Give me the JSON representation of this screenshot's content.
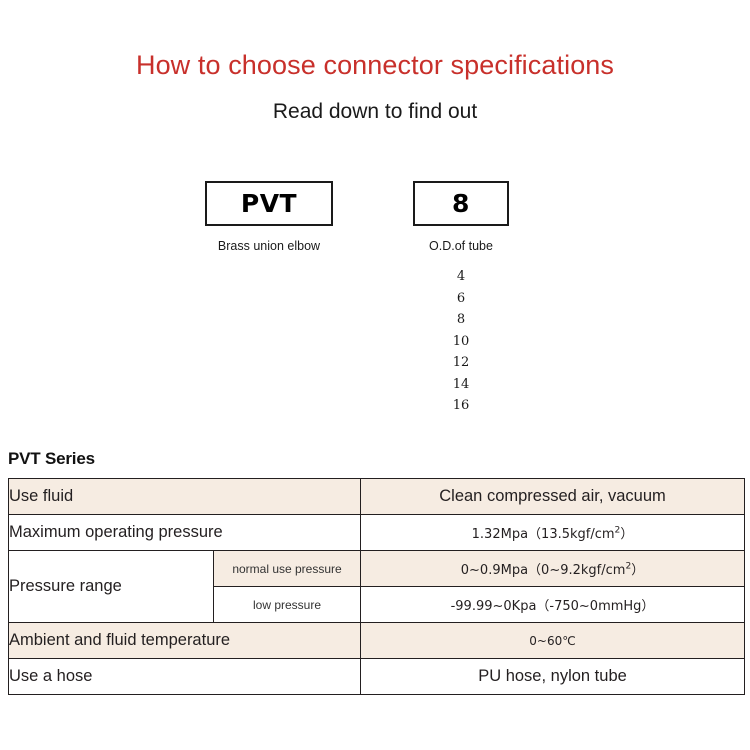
{
  "header": {
    "title": "How to choose connector specifications",
    "subtitle": "Read down to find out",
    "title_color": "#c8302b"
  },
  "selector": {
    "series_box": {
      "code": "PVT",
      "caption": "Brass union elbow"
    },
    "size_box": {
      "code": "8",
      "caption": "O.D.of tube",
      "options": [
        "4",
        "6",
        "8",
        "10",
        "12",
        "14",
        "16"
      ]
    }
  },
  "spec": {
    "heading": "PVT Series",
    "row_bg_beige": "#f6ece2",
    "rows": [
      {
        "label": "Use fluid",
        "value": "Clean compressed air, vacuum"
      },
      {
        "label": "Maximum operating pressure",
        "value_main": "1.32Mpa",
        "value_paren_open": "（13.5kgf/cm",
        "value_sup": "2",
        "value_paren_close": "）"
      },
      {
        "label": "Pressure range",
        "sub_rows": [
          {
            "sublabel": "normal use pressure",
            "value_main": "0~0.9Mpa",
            "value_paren_open": "（0~9.2kgf/cm",
            "value_sup": "2",
            "value_paren_close": "）"
          },
          {
            "sublabel": "low pressure",
            "value": "-99.99~0Kpa（-750~0mmHg）"
          }
        ]
      },
      {
        "label": "Ambient and fluid temperature",
        "value": "0~60℃"
      },
      {
        "label": "Use a hose",
        "value": "PU hose, nylon tube"
      }
    ]
  }
}
